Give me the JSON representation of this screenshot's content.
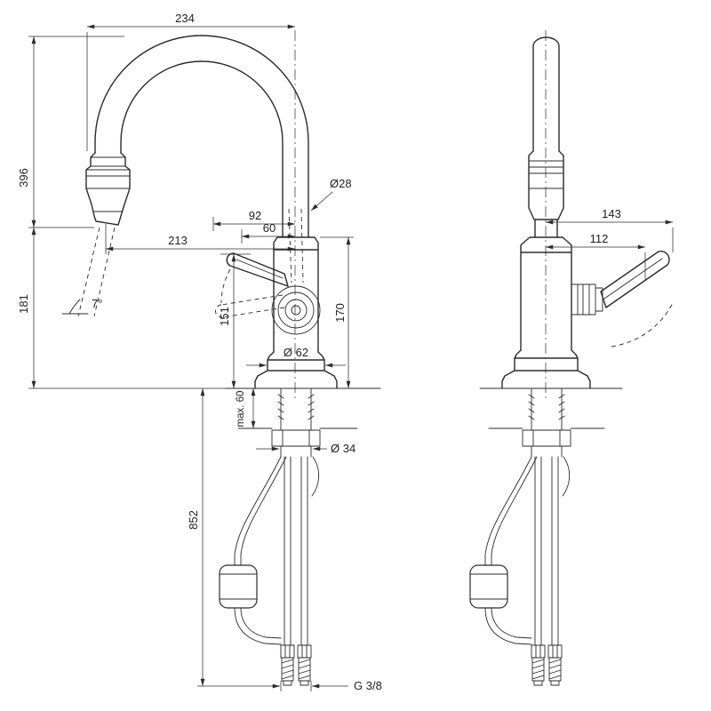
{
  "drawing": {
    "type": "technical-dimension-drawing",
    "subject": "pull-out kitchen faucet, front and side views",
    "line_color": "#2b2b2b",
    "background": "#ffffff"
  },
  "dimensions": {
    "spout_reach": "234",
    "spout_height": "396",
    "outlet_height": "181",
    "spray_angle": "7°",
    "spout_tube_diameter": "Ø28",
    "handle_offset": "92",
    "handle_offset_open": "60",
    "outlet_to_axis": "213",
    "body_height": "170",
    "handle_height": "151",
    "base_diameter": "Ø 62",
    "max_deck_thickness": "max. 60",
    "mounting_hole_diameter": "Ø 34",
    "hose_length": "852",
    "connection_thread": "G 3/8",
    "side_handle_reach": "143",
    "side_handle_reach_inner": "112"
  }
}
